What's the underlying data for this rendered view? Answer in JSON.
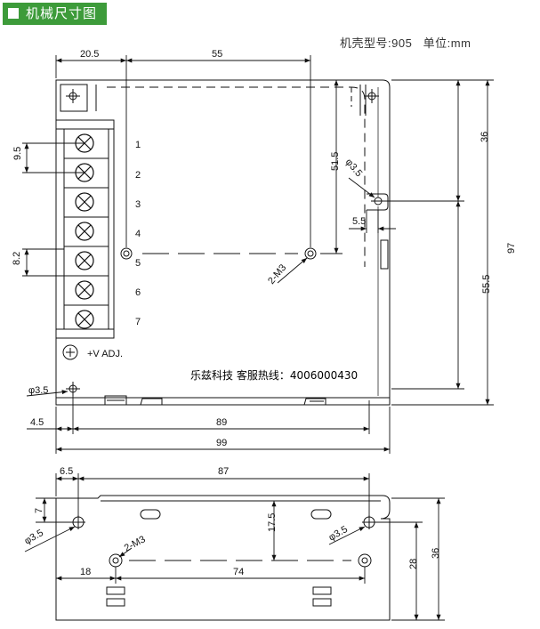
{
  "title": "机械尺寸图",
  "case_model": "机壳型号:905",
  "unit": "单位:mm",
  "hotline": "乐兹科技 客服热线：4006000430",
  "vadj_label": "+V ADJ.",
  "pins": [
    "1",
    "2",
    "3",
    "4",
    "5",
    "6",
    "7"
  ],
  "front": {
    "dim_top_left": "20.5",
    "dim_top_holes": "55",
    "dim_pin_pitch": "9.5",
    "dim_pin_gap": "8.2",
    "dim_51_5": "51.5",
    "dim_phi_right": "φ3.5",
    "dim_5_5": "5.5",
    "dim_2m3": "2-M3",
    "dim_36": "36",
    "dim_55_5": "55.5",
    "dim_97": "97",
    "dim_phi_left": "φ3.5",
    "dim_4_5": "4.5",
    "dim_89": "89",
    "dim_99": "99"
  },
  "bottom": {
    "dim_6_5": "6.5",
    "dim_87": "87",
    "dim_7": "7",
    "dim_phi_left": "φ3.5",
    "dim_2m3": "2-M3",
    "dim_17_5": "17.5",
    "dim_phi_right": "φ3.5",
    "dim_18": "18",
    "dim_74": "74",
    "dim_28": "28",
    "dim_36": "36"
  }
}
